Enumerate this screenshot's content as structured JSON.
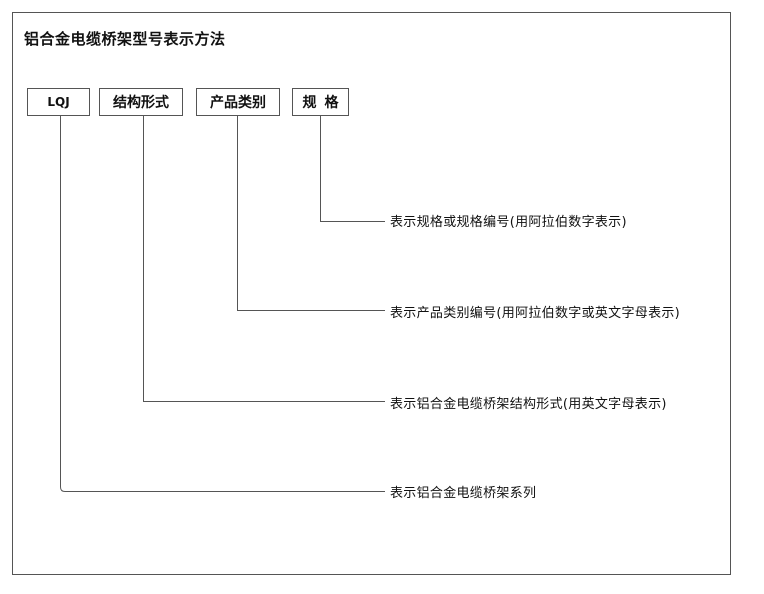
{
  "title": "铝合金电缆桥架型号表示方法",
  "boxes": {
    "lqj": "LQJ",
    "structure": "结构形式",
    "category": "产品类别",
    "spec": "规格"
  },
  "descriptions": {
    "spec": "表示规格或规格编号(用阿拉伯数字表示)",
    "category": "表示产品类别编号(用阿拉伯数字或英文字母表示)",
    "structure": "表示铝合金电缆桥架结构形式(用英文字母表示)",
    "series": "表示铝合金电缆桥架系列"
  }
}
